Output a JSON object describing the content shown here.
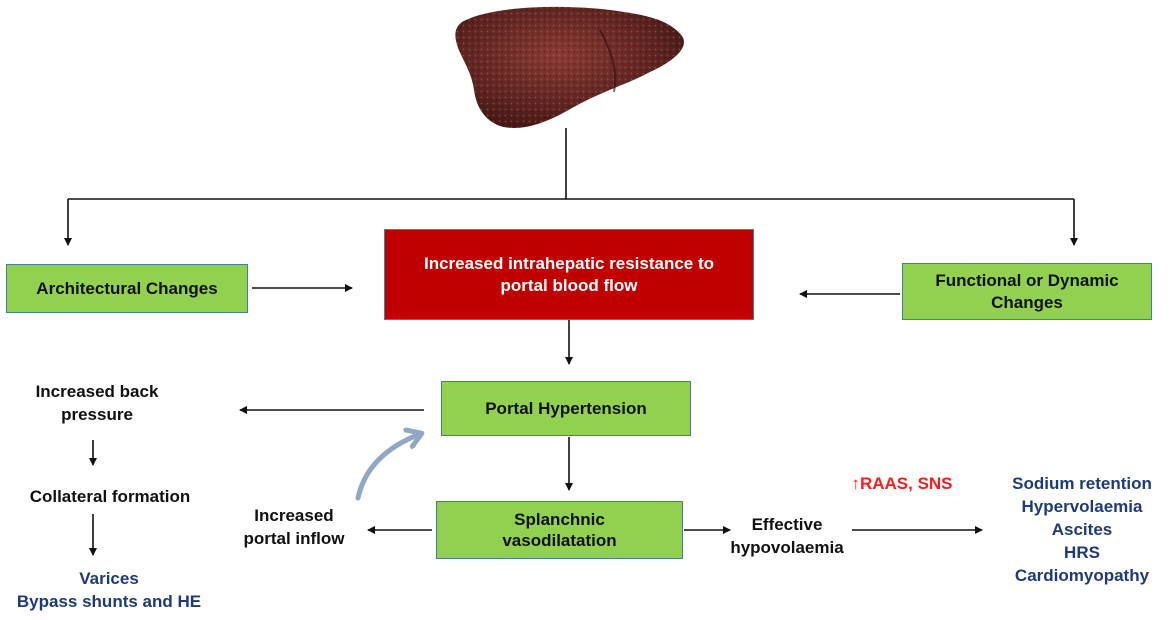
{
  "nodes": {
    "resistance": {
      "line1": "Increased intrahepatic resistance to",
      "line2": "portal blood flow"
    },
    "architectural": "Architectural Changes",
    "functional": {
      "line1": "Functional or Dynamic",
      "line2": "Changes"
    },
    "portal_hypertension": "Portal Hypertension",
    "splanchnic": {
      "line1": "Splanchnic",
      "line2": "vasodilatation"
    },
    "back_pressure": {
      "line1": "Increased back",
      "line2": "pressure"
    },
    "collateral": "Collateral formation",
    "varices_outcomes": [
      "Varices",
      "Bypass shunts and HE"
    ],
    "portal_inflow": {
      "line1": "Increased",
      "line2": "portal inflow"
    },
    "hypovolaemia": {
      "line1": "Effective",
      "line2": "hypovolaemia"
    },
    "raas": "↑RAAS, SNS",
    "systemic_outcomes": [
      "Sodium retention",
      "Hypervolaemia",
      "Ascites",
      "HRS",
      "Cardiomyopathy"
    ]
  },
  "colors": {
    "green_box": "#92d050",
    "red_box": "#c00000",
    "outcome_text": "#1f3a7a",
    "raas_text": "#ff1a1a",
    "curved_arrow": "#8fa8c8"
  },
  "icons": {
    "liver": "liver-illustration"
  }
}
